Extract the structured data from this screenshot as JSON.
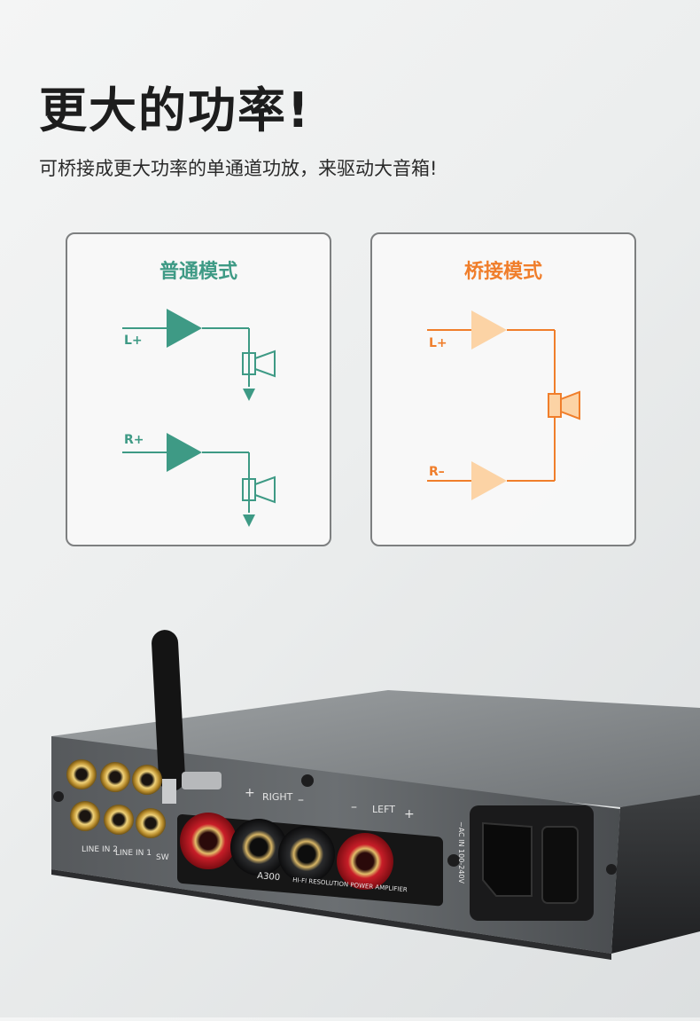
{
  "header": {
    "title": "更大的功率!",
    "subtitle": "可桥接成更大功率的单通道功放，来驱动大音箱!"
  },
  "panels": {
    "normal": {
      "title": "普通模式",
      "color": "#3e9a85",
      "labels": [
        "L+",
        "R+"
      ]
    },
    "bridge": {
      "title": "桥接模式",
      "color": "#f07e2b",
      "fill": "#fcd3a5",
      "labels": [
        "L+",
        "R–"
      ]
    }
  },
  "device": {
    "model": "A300",
    "text": "HI-FI RESOLUTION POWER AMPLIFIER",
    "labels": {
      "line_in_2": "LINE IN 2",
      "line_in_1": "LINE IN 1",
      "sw": "SW",
      "right": "RIGHT",
      "left": "LEFT",
      "plus": "+",
      "minus": "–",
      "ac": "~AC IN 100-240V"
    }
  }
}
